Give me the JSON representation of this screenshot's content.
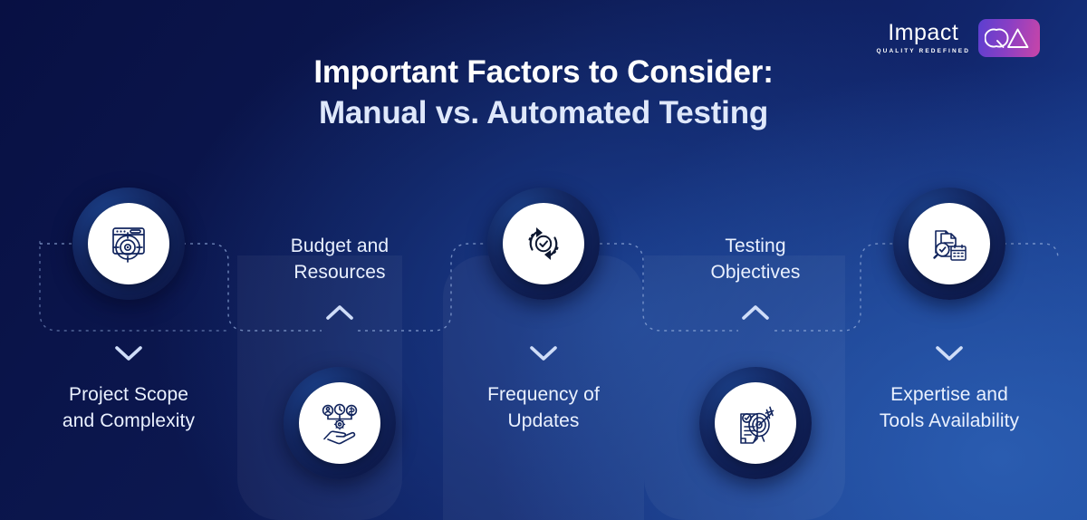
{
  "logo": {
    "wordmark": "Impact",
    "tagline": "QUALITY REDEFINED",
    "badge_text": "QA",
    "badge_gradient_from": "#5b3fd0",
    "badge_gradient_to": "#c845a8"
  },
  "title": {
    "line1": "Important Factors to Consider:",
    "line2": "Manual vs. Automated Testing"
  },
  "theme": {
    "background_dark": "#081043",
    "background_light": "#1b47a0",
    "text_primary": "#ffffff",
    "text_secondary": "#dfe8fb",
    "node_fill": "#ffffff",
    "icon_stroke": "#12255e",
    "dash_color": "#8fa8d8",
    "panel_fill": "rgba(255,255,255,0.045)"
  },
  "steps": [
    {
      "id": "project-scope",
      "label_line1": "Project Scope",
      "label_line2": "and Complexity",
      "icon": "browser-target-icon",
      "position": "top",
      "chevron": "chevron-down-icon"
    },
    {
      "id": "budget-resources",
      "label_line1": "Budget and",
      "label_line2": "Resources",
      "icon": "hand-gear-resources-icon",
      "position": "bottom",
      "chevron": "chevron-up-icon"
    },
    {
      "id": "frequency-updates",
      "label_line1": "Frequency of",
      "label_line2": "Updates",
      "icon": "refresh-check-icon",
      "position": "top",
      "chevron": "chevron-down-icon"
    },
    {
      "id": "testing-objectives",
      "label_line1": "Testing",
      "label_line2": "Objectives",
      "icon": "clipboard-target-arrow-icon",
      "position": "bottom",
      "chevron": "chevron-up-icon"
    },
    {
      "id": "expertise-tools",
      "label_line1": "Expertise and",
      "label_line2": "Tools Availability",
      "icon": "documents-magnifier-calendar-icon",
      "position": "top",
      "chevron": "chevron-down-icon"
    }
  ]
}
